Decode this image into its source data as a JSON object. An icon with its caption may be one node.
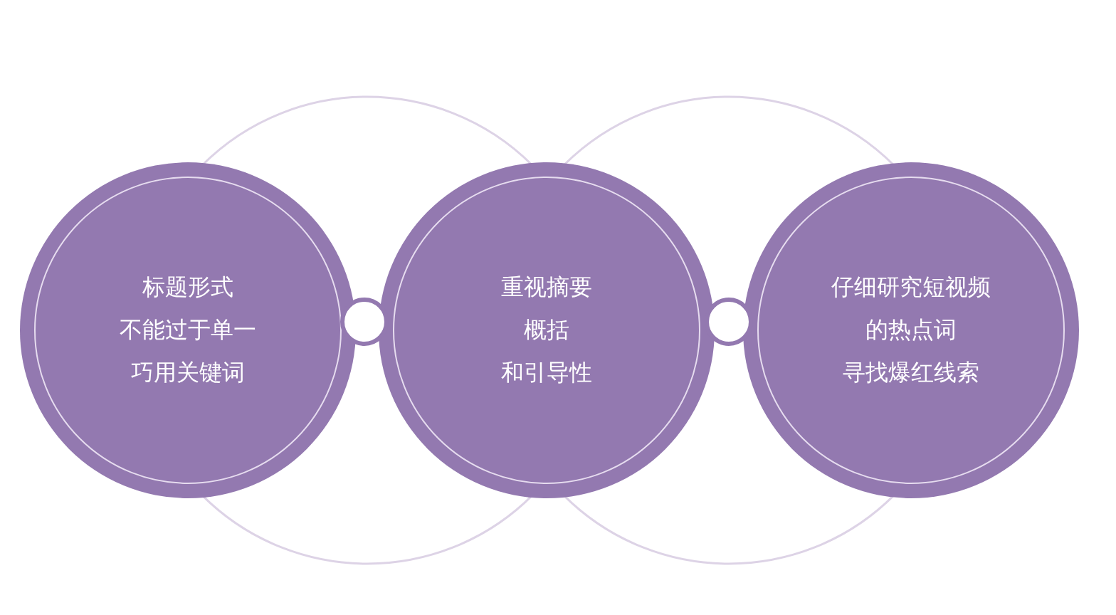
{
  "diagram": {
    "nodes": [
      {
        "text": [
          "标题形式",
          "不能过于单一",
          "巧用关键词"
        ]
      },
      {
        "text": [],
        "shape": "circle"
      },
      {
        "text": [
          "重视摘要",
          "概括",
          "和引导性"
        ]
      },
      {
        "text": [],
        "shape": "circle"
      },
      {
        "text": [
          "仔细研究短视频",
          "的热点词",
          "寻找爆红线索"
        ]
      }
    ],
    "edges": []
  }
}
